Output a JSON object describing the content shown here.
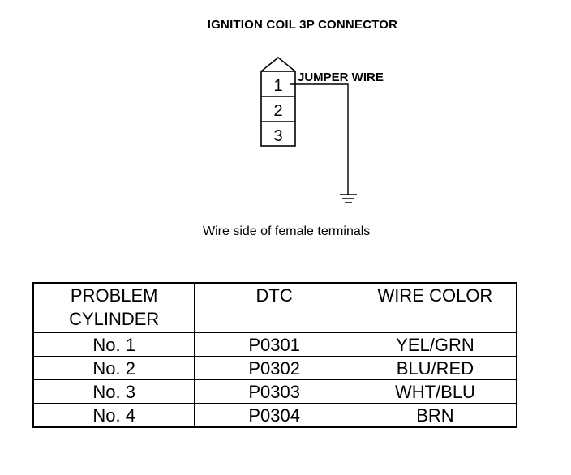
{
  "title": "IGNITION COIL 3P CONNECTOR",
  "connector": {
    "pins": [
      "1",
      "2",
      "3"
    ],
    "jumper_label": "JUMPER WIRE"
  },
  "caption": "Wire side of female terminals",
  "table": {
    "headers": [
      "PROBLEM CYLINDER",
      "DTC",
      "WIRE COLOR"
    ],
    "rows": [
      [
        "No. 1",
        "P0301",
        "YEL/GRN"
      ],
      [
        "No. 2",
        "P0302",
        "BLU/RED"
      ],
      [
        "No. 3",
        "P0303",
        "WHT/BLU"
      ],
      [
        "No. 4",
        "P0304",
        "BRN"
      ]
    ]
  }
}
